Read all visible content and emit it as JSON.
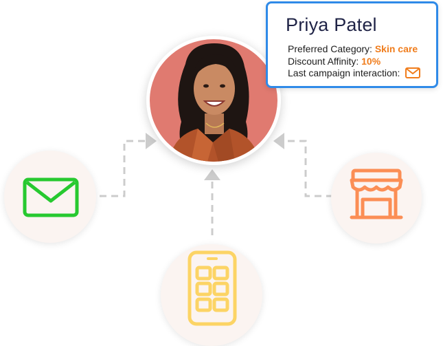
{
  "profile": {
    "name": "Priya Patel",
    "category_label": "Preferred Category:",
    "category_value": "Skin care",
    "affinity_label": "Discount Affinity:",
    "affinity_value": "10%",
    "interaction_label": "Last campaign interaction:",
    "interaction_icon": "mail-icon"
  },
  "channels": [
    {
      "name": "email",
      "icon": "envelope-icon",
      "color": "#27c930"
    },
    {
      "name": "store",
      "icon": "storefront-icon",
      "color": "#fb8e55"
    },
    {
      "name": "mobile",
      "icon": "mobile-app-icon",
      "color": "#fcd465"
    }
  ],
  "colors": {
    "card_border": "#2f8ae8",
    "accent": "#f07c1b",
    "connector": "#cccccc",
    "node_bg": "#fbf4f1"
  }
}
